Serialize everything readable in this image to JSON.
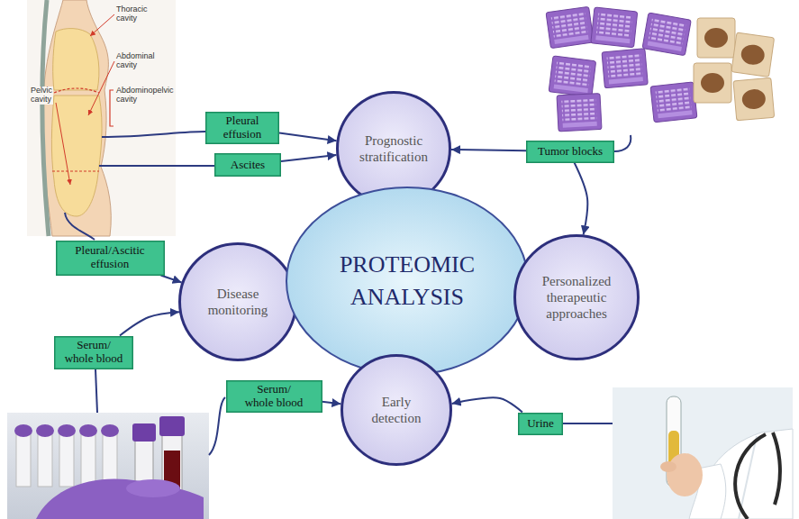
{
  "diagram": {
    "nodes": [
      {
        "text": [
          "Pleural effusion"
        ]
      },
      {
        "text": [
          "Prognostic stratification"
        ]
      },
      {
        "text": [
          "Tumor blocks"
        ]
      },
      {
        "text": [
          "Ascites"
        ]
      },
      {
        "text": [
          "Pleural/Ascitic effusion"
        ]
      },
      {
        "text": [
          "Disease monitoring"
        ]
      },
      {
        "text": [
          "PROTEOMIC ANALYSIS"
        ]
      },
      {
        "text": [
          "Personalized therapeutic approaches"
        ]
      },
      {
        "text": [
          "Serum/ whole blood"
        ]
      },
      {
        "text": [
          "Serum/ whole blood"
        ]
      },
      {
        "text": [
          "Early detection"
        ]
      },
      {
        "text": [
          "Urine"
        ]
      }
    ],
    "edges": [
      {
        "from": 0,
        "to": 1,
        "arrow": "to"
      },
      {
        "from": 3,
        "to": 1,
        "arrow": "to"
      },
      {
        "from": 2,
        "to": 1,
        "arrow": "to"
      },
      {
        "from": 2,
        "to": 7,
        "arrow": "to"
      },
      {
        "from": 4,
        "to": 5,
        "arrow": "to"
      },
      {
        "from": 8,
        "to": 5,
        "arrow": "to"
      },
      {
        "from": 9,
        "to": 10,
        "arrow": "to"
      },
      {
        "from": 11,
        "to": 10,
        "arrow": "to"
      }
    ],
    "labels": [
      "Thoracic cavity",
      "Abdominal cavity",
      "Abdominopelvic cavity",
      "Pelvic cavity"
    ]
  }
}
